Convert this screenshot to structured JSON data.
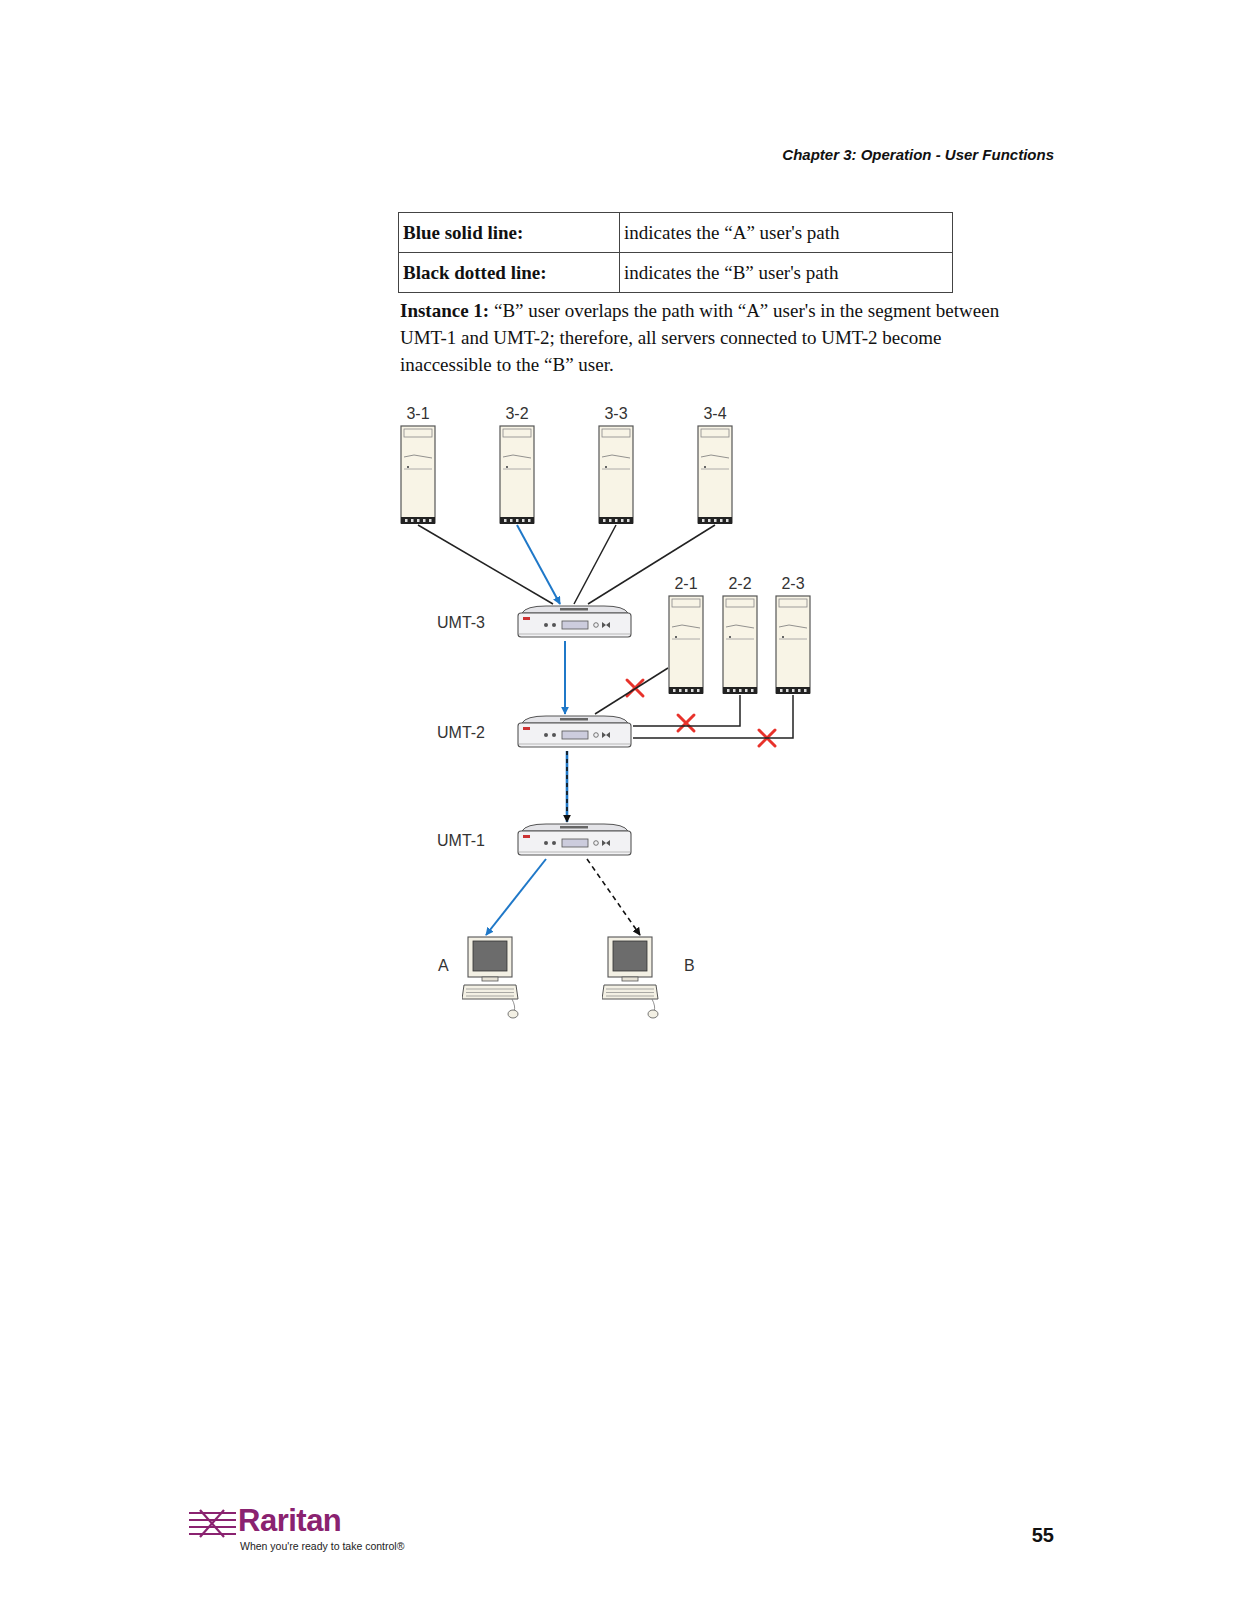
{
  "diagram": {
    "nodes": [
      {
        "text": [
          "3-1"
        ]
      },
      {
        "text": [
          "3-2"
        ]
      },
      {
        "text": [
          "3-3"
        ]
      },
      {
        "text": [
          "3-4"
        ]
      },
      {
        "text": [
          "UMT-3"
        ]
      },
      {
        "text": [
          "2-1"
        ]
      },
      {
        "text": [
          "2-2"
        ]
      },
      {
        "text": [
          "2-3"
        ]
      },
      {
        "text": [
          "UMT-2"
        ]
      },
      {
        "text": [
          "UMT-1"
        ]
      },
      {
        "text": [
          "A"
        ]
      },
      {
        "text": [
          "B"
        ]
      }
    ],
    "edges": [
      {
        "from": 0,
        "to": 4,
        "arrow": "none"
      },
      {
        "from": 1,
        "to": 4,
        "arrow": "to"
      },
      {
        "from": 2,
        "to": 4,
        "arrow": "none"
      },
      {
        "from": 3,
        "to": 4,
        "arrow": "none"
      },
      {
        "from": 4,
        "to": 8,
        "arrow": "to"
      },
      {
        "from": 5,
        "to": 8,
        "arrow": "none"
      },
      {
        "from": 6,
        "to": 8,
        "arrow": "none"
      },
      {
        "from": 7,
        "to": 8,
        "arrow": "none"
      },
      {
        "from": 8,
        "to": 9,
        "arrow": "to"
      },
      {
        "from": 9,
        "to": 10,
        "arrow": "to"
      },
      {
        "from": 9,
        "to": 11,
        "arrow": "to"
      }
    ],
    "labels": [
      "Chapter 3: Operation - User Functions",
      "Blue solid line:",
      "indicates the “A” user's path",
      "Black dotted line:",
      "indicates the “B” user's path",
      "Instance 1:",
      "“B” user overlaps the path with “A” user's in the segment between UMT-1 and UMT-2; therefore, all servers connected to UMT-2 become inaccessible to the “B” user.",
      "Raritan",
      "When you're ready to take control®",
      "55"
    ]
  }
}
